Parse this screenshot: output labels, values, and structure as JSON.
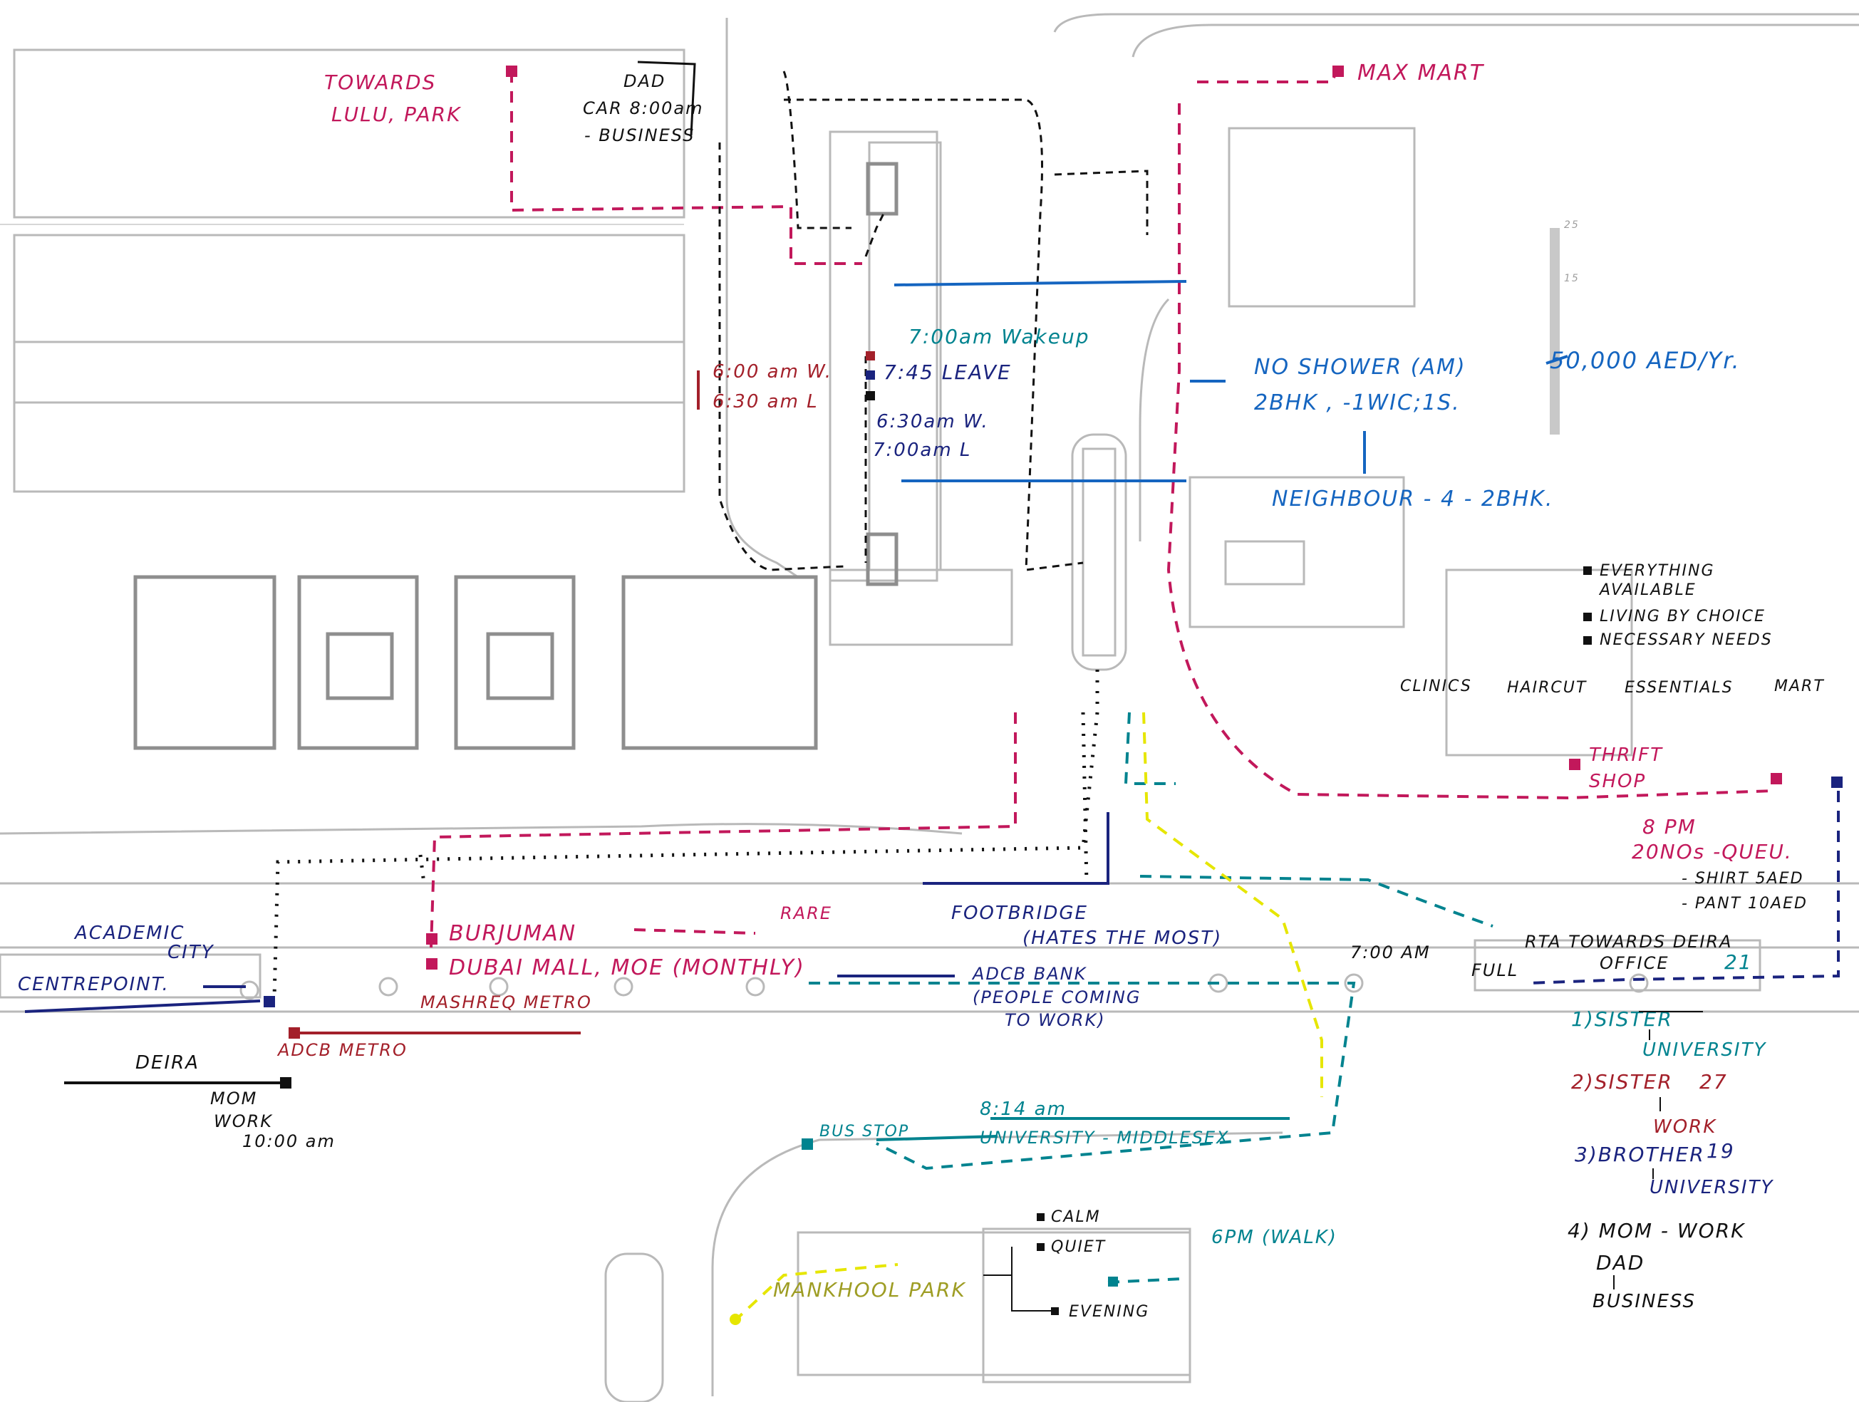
{
  "colors": {
    "magenta": "#c2185b",
    "darkred": "#a3202a",
    "navy": "#1a237e",
    "blue": "#1565c0",
    "teal": "#00838f",
    "olive": "#9e9d24",
    "black": "#111111",
    "yellow": "#e6e600"
  },
  "labels": {
    "towards": "TOWARDS",
    "lulu_park": "LULU, PARK",
    "dad": "DAD",
    "car_time": "CAR  8:00am",
    "business_dash": "- BUSINESS",
    "max_mart": "MAX MART",
    "wakeup_700": "7:00am Wakeup",
    "leave_745": "7:45 LEAVE",
    "w_630": "6:30am W.",
    "l_700": "7:00am L",
    "w_600": "6:00 am W.",
    "l_630": "6:30 am L",
    "no_shower": "NO SHOWER (AM)",
    "bhk_details": "2BHK , -1WIC;1S.",
    "rent": "50,000 AED/Yr.",
    "neighbour": "NEIGHBOUR - 4 - 2BHK.",
    "legend_everything": "EVERYTHING",
    "legend_available": "AVAILABLE",
    "legend_living": "LIVING BY CHOICE",
    "legend_needs": "NECESSARY NEEDS",
    "clinics": "CLINICS",
    "haircut": "HAIRCUT",
    "essentials": "ESSENTIALS",
    "mart": "MART",
    "thrift": "THRIFT",
    "shop": "SHOP",
    "pm8": "8 PM",
    "queue": "20NOs -QUEU.",
    "shirt": "- SHIRT 5AED",
    "pant": "- PANT 10AED",
    "academic": "ACADEMIC",
    "city": "CITY",
    "centrepoint": "CENTREPOINT.",
    "burjuman": "BURJUMAN",
    "dubai_mall": "DUBAI MALL, MOE (MONTHLY)",
    "rare": "RARE",
    "mashreq": "MASHREQ METRO",
    "adcb_metro": "ADCB METRO",
    "footbridge": "FOOTBRIDGE",
    "hates": "(HATES THE MOST)",
    "adcb_bank": "ADCB BANK",
    "people_coming": "(PEOPLE COMING",
    "to_work": "TO WORK)",
    "time_700": "7:00 AM",
    "full": "FULL",
    "rta": "RTA TOWARDS DEIRA",
    "office": "OFFICE",
    "deira": "DEIRA",
    "mom": "MOM",
    "work_label": "WORK",
    "mom_time": "10:00 am",
    "bus_stop": "BUS STOP",
    "time_814": "8:14 am",
    "university_middlesex": "UNIVERSITY - MIDDLESEX",
    "calm": "CALM",
    "quiet": "QUIET",
    "evening": "EVENING",
    "mankhool": "MANKHOOL PARK",
    "walk_6pm": "6PM (WALK)",
    "sister1": "1)SISTER",
    "age21": "21",
    "university1": "UNIVERSITY",
    "sister2": "2)SISTER",
    "age27": "27",
    "work2": "WORK",
    "brother3": "3)BROTHER",
    "age19": "19",
    "university3": "UNIVERSITY",
    "mom_work": "4) MOM - WORK",
    "dad4": "DAD",
    "business4": "BUSINESS",
    "scale_25": "25",
    "scale_15": "15"
  }
}
